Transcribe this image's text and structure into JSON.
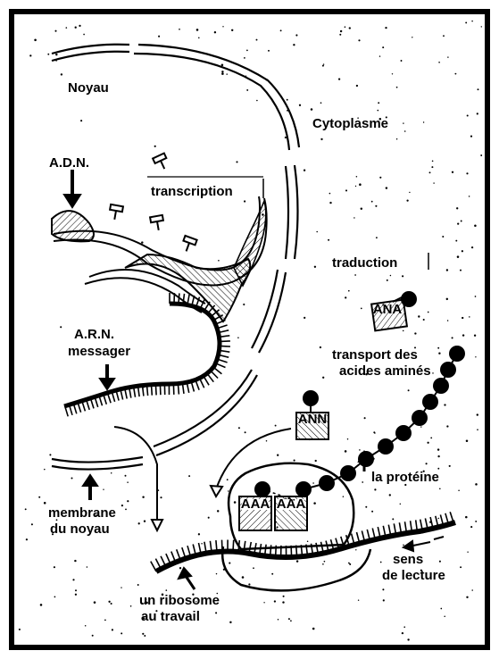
{
  "labels": {
    "noyau": "Noyau",
    "cytoplasme": "Cytoplasme",
    "adn": "A.D.N.",
    "transcription": "transcription",
    "traduction": "traduction",
    "arn_line1": "A.R.N.",
    "arn_line2": "messager",
    "transport_line1": "transport des",
    "transport_line2": "acides aminés",
    "proteine": "la protéine",
    "membrane_line1": "membrane",
    "membrane_line2": "du noyau",
    "sens_line1": "sens",
    "sens_line2": "de lecture",
    "ribosome_line1": "un ribosome",
    "ribosome_line2": "au travail"
  },
  "trna_codes": {
    "t1": "AAA",
    "t2": "AAA",
    "t3": "ANA",
    "t4": "ANN"
  },
  "colors": {
    "ink": "#000000",
    "paper": "#ffffff"
  }
}
